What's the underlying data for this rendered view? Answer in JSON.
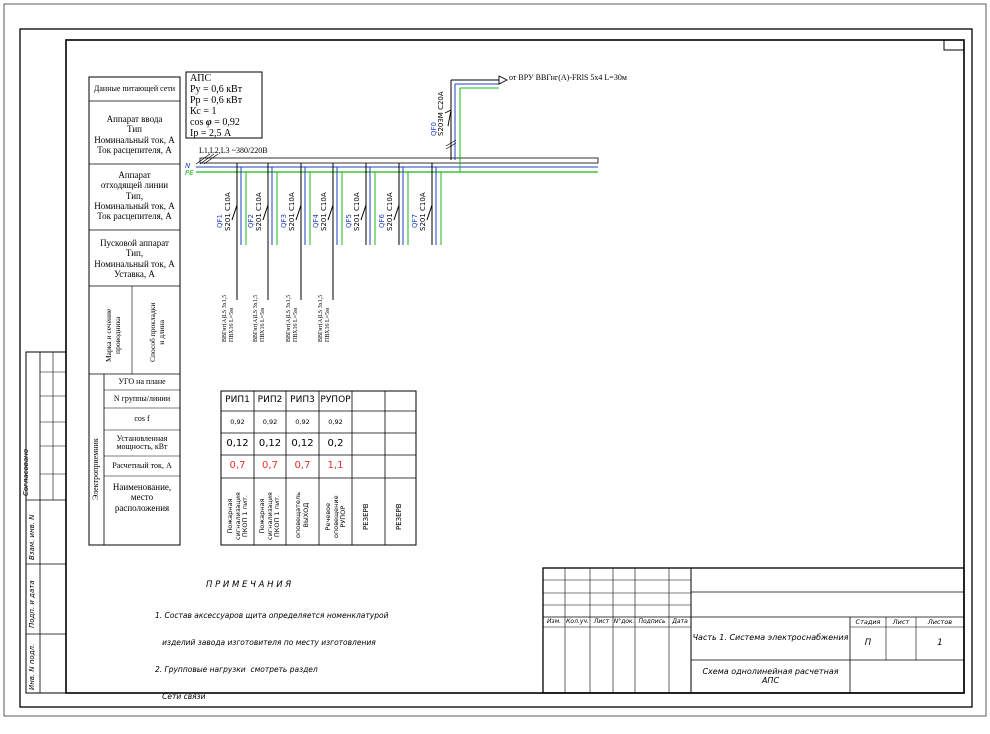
{
  "aps_box": {
    "title": "АПС",
    "py": "Ру = 0,6 кВт",
    "pp": "Рр = 0,6 кВт",
    "kc": "Кс = 1",
    "cos_label": "cos",
    "cos_val": "= 0,92",
    "ip": "Iр = 2,5 А"
  },
  "bus": {
    "label": "L1,L2,L3  ~380/220В",
    "n": "N",
    "pe": "PE"
  },
  "feeder": {
    "label": "от ВРУ   ВВГнг(А)-FRlS 5х4  L=30м",
    "breaker_id": "QF0",
    "breaker_type": "S203M C20A"
  },
  "breakers": [
    {
      "id": "QF1",
      "type": "S201 C10A"
    },
    {
      "id": "QF2",
      "type": "S201 C10A"
    },
    {
      "id": "QF3",
      "type": "S201 C10A"
    },
    {
      "id": "QF4",
      "type": "S201 C10A"
    },
    {
      "id": "QF5",
      "type": "S201 C10A"
    },
    {
      "id": "QF6",
      "type": "S201 C10A"
    },
    {
      "id": "QF7",
      "type": "S201 C10A"
    }
  ],
  "cables": [
    {
      "type": "ВВГнг(А)LS 3х1,5",
      "route": "ПВХ16  L=5м"
    },
    {
      "type": "ВВГнг(А)LS 3х1,5",
      "route": "ПВХ16  L=5м"
    },
    {
      "type": "ВВГнг(А)LS 3х1,5",
      "route": "ПВХ16  L=5м"
    },
    {
      "type": "ВВГнг(А)LS 3х1,5",
      "route": "ПВХ16  L=5м"
    }
  ],
  "left_labels": {
    "supply": "Данные питающей сети",
    "input": [
      "Аппарат ввода",
      "Тип",
      "Номинальный ток, А",
      "Ток расцепителя, А"
    ],
    "outgoing": [
      "Аппарат",
      "отходящей линии",
      "Тип,",
      "Номинальный ток, А",
      "Ток расцепителя, А"
    ],
    "starter": [
      "Пусковой аппарат",
      "Тип,",
      "Номинальный ток, А",
      "Уставка, А"
    ],
    "wire_mark": [
      "Марка и сечение",
      "проводника"
    ],
    "wire_route": [
      "Способ прокладки",
      "и длина"
    ],
    "ugo": "УГО на плане",
    "group": "N группы/линии",
    "cos": "cos f",
    "installed": [
      "Установленная",
      "мощность, кВт"
    ],
    "calc_current": "Расчетный ток, А",
    "name": [
      "Наименование,",
      "место",
      "расположения"
    ],
    "consumer": "Электроприемник"
  },
  "load_table": {
    "headers": [
      "РИП1",
      "РИП2",
      "РИП3",
      "РУПОР",
      "",
      ""
    ],
    "cos": [
      "0,92",
      "0,92",
      "0,92",
      "0,92",
      "",
      ""
    ],
    "power": [
      "0,12",
      "0,12",
      "0,12",
      "0,2",
      "",
      ""
    ],
    "current": [
      "0,7",
      "0,7",
      "0,7",
      "1,1",
      "",
      ""
    ],
    "names": [
      [
        "Пожарная",
        "сигнализация",
        "ПКОП 1 пит."
      ],
      [
        "Пожарная",
        "сигнализация",
        "ПКОП 1 пит."
      ],
      [
        "оповещатель",
        "ВЫХОД"
      ],
      [
        "Речевое",
        "оповещение",
        "РУПОР"
      ],
      [
        "РЕЗЕРВ"
      ],
      [
        "РЕЗЕРВ"
      ]
    ]
  },
  "notes": {
    "title": "П Р И М Е Ч А Н И Я",
    "lines": [
      "1. Состав аксессуаров щита определяется номенклатурой",
      "   изделий завода изготовителя по месту изготовления",
      "2. Групповые нагрузки  смотреть раздел",
      "   Сети связи"
    ]
  },
  "side_stamp": [
    "Согласовано",
    "Взам. инв. N",
    "Подп. и дата",
    "Инв. N подл."
  ],
  "title_block": {
    "cols": [
      "Изм.",
      "Кол.уч.",
      "Лист",
      "N°док.",
      "Подпись",
      "Дата"
    ],
    "project": "Часть 1. Система электроснабжения",
    "drawing": [
      "Схема однолинейная расчетная",
      "АПС"
    ],
    "stage_label": "Стадия",
    "sheet_label": "Лист",
    "sheets_label": "Листов",
    "stage": "П",
    "sheet": "",
    "sheets": "1"
  }
}
